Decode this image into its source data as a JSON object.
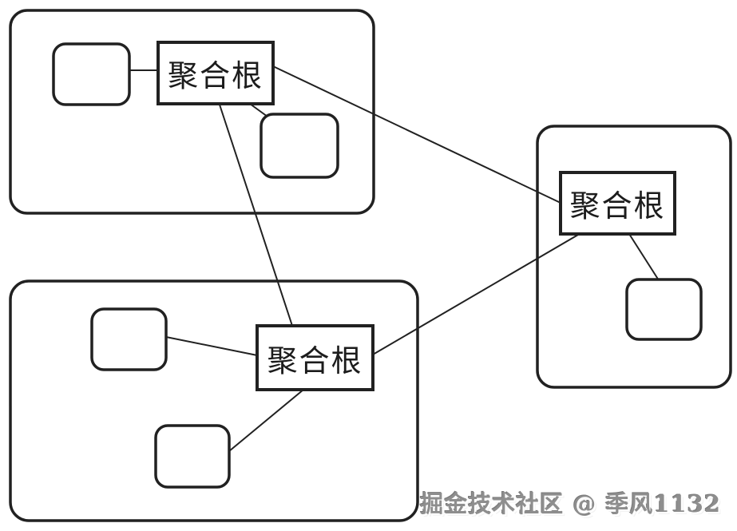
{
  "diagram": {
    "stroke_color": "#212121",
    "background_color": "#ffffff",
    "containers": [
      {
        "id": "context-top-left",
        "aggregate_root_label": "聚合根",
        "entity_box_count": 2
      },
      {
        "id": "context-bottom-left",
        "aggregate_root_label": "聚合根",
        "entity_box_count": 2
      },
      {
        "id": "context-right",
        "aggregate_root_label": "聚合根",
        "entity_box_count": 1
      }
    ]
  },
  "watermark": {
    "text": "掘金技术社区 @ 季风1132",
    "color": "#8e8e8e"
  }
}
